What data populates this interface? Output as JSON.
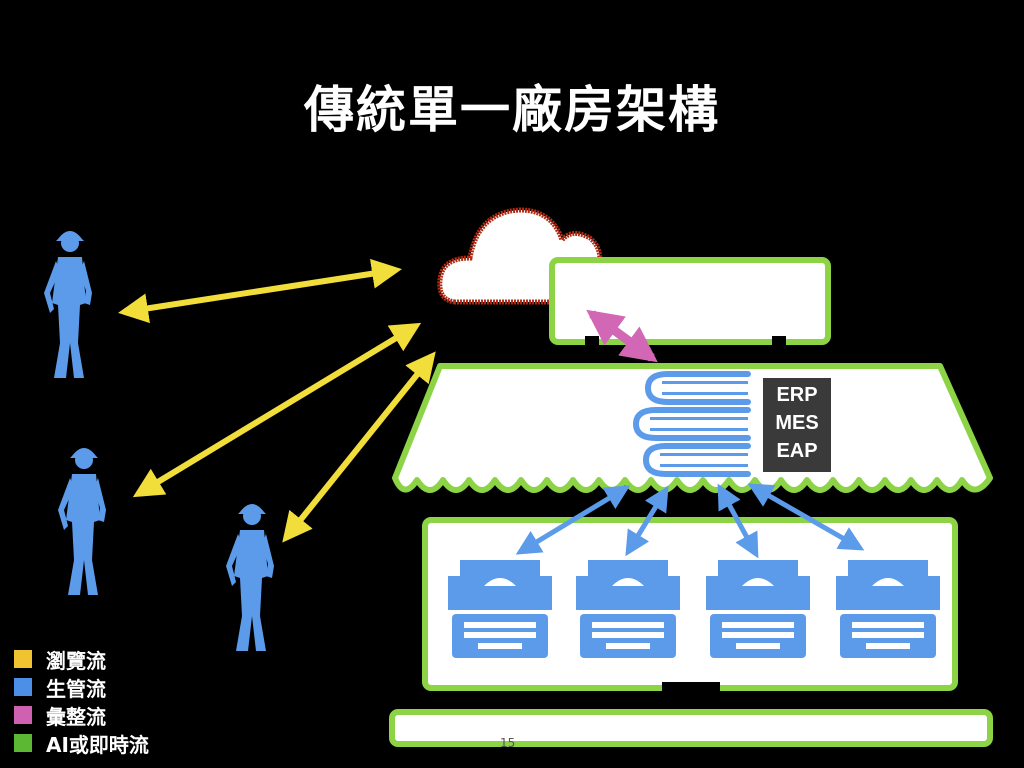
{
  "title": "傳統單一廠房架構",
  "systems": [
    "ERP",
    "MES",
    "EAP"
  ],
  "legend": [
    {
      "label": "瀏覽流",
      "color": "#F0C330"
    },
    {
      "label": "生管流",
      "color": "#4B8FE6"
    },
    {
      "label": "彙整流",
      "color": "#D060B0"
    },
    {
      "label": "AI或即時流",
      "color": "#5CB832"
    }
  ],
  "colors": {
    "browse_arrow": "#F2DE3A",
    "production_arrow": "#5B9BEA",
    "aggregate_arrow": "#D268B5",
    "factory_outline": "#8DD346",
    "cloud_outline": "#B52A12",
    "worker": "#5B9BEA"
  },
  "page_number": "15"
}
